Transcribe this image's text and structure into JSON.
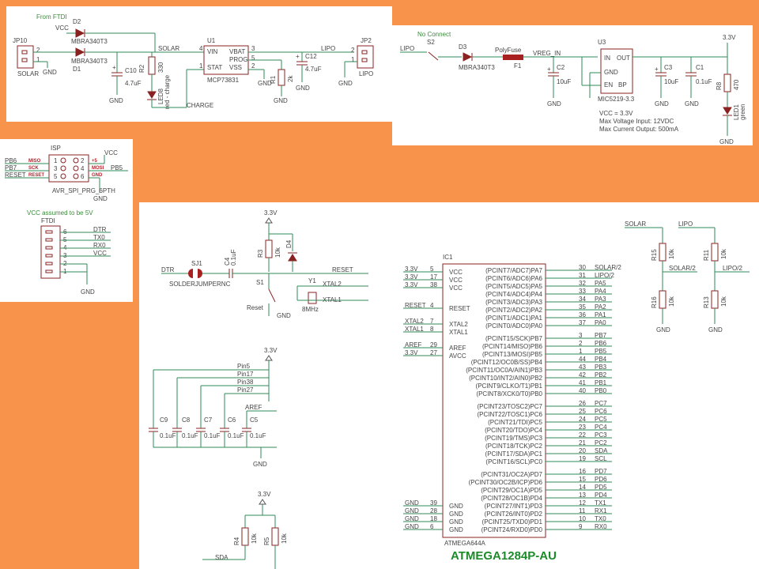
{
  "power_sheet": {
    "from_ftdi": "From FTDI",
    "vcc": "VCC",
    "jp10": "JP10",
    "jp10_label": "SOLAR",
    "d2": "D2",
    "d2_part": "MBRA340T3",
    "d1": "D1",
    "d1_part": "MBRA340T3",
    "solar_net": "SOLAR",
    "c10": "C10",
    "c10_val": "4.7uF",
    "r2": "R2",
    "r2_val": "330",
    "led_red": "LED8",
    "led_red_label": "red - charge",
    "u1": "U1",
    "u1_part": "MCP73831",
    "u1_pins": [
      "VIN",
      "VBAT",
      "PROG",
      "STAT",
      "VSS"
    ],
    "u1_pin_nums": [
      "4",
      "3",
      "5",
      "1",
      "2"
    ],
    "charge_net": "CHARGE",
    "r1": "R1",
    "r1_val": "2k",
    "c12": "C12",
    "c12_val": "4.7uF",
    "lipo_net": "LIPO",
    "jp2": "JP2",
    "jp2_label": "LIPO",
    "gnd": "GND"
  },
  "regulator_sheet": {
    "no_connect": "No Connect",
    "s2": "S2",
    "lipo": "LIPO",
    "d3": "D3",
    "d3_part": "MBRA340T3",
    "polyfuse": "PolyFuse",
    "f1": "F1",
    "vreg_in": "VREG_IN",
    "c2": "C2",
    "c2_val": "10uF",
    "u3": "U3",
    "u3_part": "MIC5219-3.3",
    "u3_pins": [
      "IN",
      "OUT",
      "GND",
      "EN",
      "BP"
    ],
    "c3": "C3",
    "c3_val": "10uF",
    "c1": "C1",
    "c1_val": "0.1uF",
    "v33": "3.3V",
    "r8": "R8",
    "r8_val": "470",
    "led1": "LED1",
    "led1_label": "green",
    "notes": [
      "VCC = 3.3V",
      "Max Voltage Input: 12VDC",
      "Max Current Output: 500mA"
    ],
    "gnd": "GND"
  },
  "isp_sheet": {
    "isp": "ISP",
    "left_nets": [
      "PB6",
      "PB7",
      "RESET"
    ],
    "left_sigs": [
      "MISO",
      "SCK",
      "RESET"
    ],
    "left_nums": [
      "1",
      "3",
      "5"
    ],
    "right_nums": [
      "2",
      "4",
      "6"
    ],
    "right_sigs": [
      "+5",
      "MOSI",
      "GND"
    ],
    "vcc": "VCC",
    "pb5": "PB5",
    "part": "AVR_SPI_PRG_6PTH",
    "gnd": "GND",
    "vcc_note": "VCC assumed to be 5V",
    "ftdi": "FTDI",
    "ftdi_nums": [
      "6",
      "5",
      "4",
      "3",
      "2",
      "1"
    ],
    "ftdi_nets": [
      "DTR",
      "TX0",
      "RX0",
      "VCC"
    ],
    "ftdi_gnd": "GND"
  },
  "main_sheet": {
    "v33": "3.3V",
    "dtr": "DTR",
    "sj1": "SJ1",
    "sj1_part": "SOLDERJUMPERNC",
    "c4": "C4",
    "c4_val": "0.1uF",
    "r3": "R3",
    "r3_val": "10k",
    "d4": "D4",
    "reset_net": "RESET",
    "s1": "S1",
    "reset_label": "Reset",
    "y1": "Y1",
    "y1_val": "8MHz",
    "xtal2": "XTAL2",
    "xtal1": "XTAL1",
    "gnd": "GND",
    "pins": [
      "Pin5",
      "Pin17",
      "Pin38",
      "Pin27"
    ],
    "aref": "AREF",
    "caps": [
      "C9",
      "C8",
      "C7",
      "C6",
      "C5"
    ],
    "cap_val": "0.1uF",
    "r4": "R4",
    "r4_val": "10k",
    "r5": "R5",
    "r5_val": "10k",
    "sda": "SDA"
  },
  "divider": {
    "solar": "SOLAR",
    "lipo": "LIPO",
    "r15": "R15",
    "r16": "R16",
    "r11": "R11",
    "r13": "R13",
    "val": "10k",
    "solar2": "SOLAR/2",
    "lipo2": "LIPO/2",
    "gnd": "GND"
  },
  "mcu": {
    "ref": "IC1",
    "part_small": "ATMEGA644A",
    "part_big": "ATMEGA1284P-AU",
    "left_pins": [
      {
        "net": "3.3V",
        "num": "5",
        "name": "VCC"
      },
      {
        "net": "3.3V",
        "num": "17",
        "name": "VCC"
      },
      {
        "net": "3.3V",
        "num": "38",
        "name": "VCC"
      },
      {
        "net": "RESET",
        "num": "4",
        "name": "RESET"
      },
      {
        "net": "XTAL2",
        "num": "7",
        "name": "XTAL2"
      },
      {
        "net": "XTAL1",
        "num": "8",
        "name": "XTAL1"
      },
      {
        "net": "AREF",
        "num": "29",
        "name": "AREF"
      },
      {
        "net": "3.3V",
        "num": "27",
        "name": "AVCC"
      },
      {
        "net": "GND",
        "num": "39",
        "name": "GND"
      },
      {
        "net": "GND",
        "num": "28",
        "name": "GND"
      },
      {
        "net": "GND",
        "num": "18",
        "name": "GND"
      },
      {
        "net": "GND",
        "num": "6",
        "name": "GND"
      }
    ],
    "right_groups": [
      [
        {
          "name": "(PCINT7/ADC7)PA7",
          "num": "30",
          "net": "SOLAR/2"
        },
        {
          "name": "(PCINT6/ADC6)PA6",
          "num": "31",
          "net": "LIPO/2"
        },
        {
          "name": "(PCINT5/ADC5)PA5",
          "num": "32",
          "net": "PA5"
        },
        {
          "name": "(PCINT4/ADC4)PA4",
          "num": "33",
          "net": "PA4"
        },
        {
          "name": "(PCINT3/ADC3)PA3",
          "num": "34",
          "net": "PA3"
        },
        {
          "name": "(PCINT2/ADC2)PA2",
          "num": "35",
          "net": "PA2"
        },
        {
          "name": "(PCINT1/ADC1)PA1",
          "num": "36",
          "net": "PA1"
        },
        {
          "name": "(PCINT0/ADC0)PA0",
          "num": "37",
          "net": "PA0"
        }
      ],
      [
        {
          "name": "(PCINT15/SCK)PB7",
          "num": "3",
          "net": "PB7"
        },
        {
          "name": "(PCINT14/MISO)PB6",
          "num": "2",
          "net": "PB6"
        },
        {
          "name": "(PCINT13/MOSI)PB5",
          "num": "1",
          "net": "PB5"
        },
        {
          "name": "(PCINT12/OC0B/SS)PB4",
          "num": "44",
          "net": "PB4"
        },
        {
          "name": "(PCINT11/OC0A/AIN1)PB3",
          "num": "43",
          "net": "PB3"
        },
        {
          "name": "(PCINT10/INT2/AIN0)PB2",
          "num": "42",
          "net": "PB2"
        },
        {
          "name": "(PCINT9/CLKO/T1)PB1",
          "num": "41",
          "net": "PB1"
        },
        {
          "name": "(PCINT8/XCK0/T0)PB0",
          "num": "40",
          "net": "PB0"
        }
      ],
      [
        {
          "name": "(PCINT23/TOSC2)PC7",
          "num": "26",
          "net": "PC7"
        },
        {
          "name": "(PCINT22/TOSC1)PC6",
          "num": "25",
          "net": "PC6"
        },
        {
          "name": "(PCINT21/TDI)PC5",
          "num": "24",
          "net": "PC5"
        },
        {
          "name": "(PCINT20/TDO)PC4",
          "num": "23",
          "net": "PC4"
        },
        {
          "name": "(PCINT19/TMS)PC3",
          "num": "22",
          "net": "PC3"
        },
        {
          "name": "(PCINT18/TCK)PC2",
          "num": "21",
          "net": "PC2"
        },
        {
          "name": "(PCINT17/SDA)PC1",
          "num": "20",
          "net": "SDA"
        },
        {
          "name": "(PCINT16/SCL)PC0",
          "num": "19",
          "net": "SCL"
        }
      ],
      [
        {
          "name": "(PCINT31/OC2A)PD7",
          "num": "16",
          "net": "PD7"
        },
        {
          "name": "(PCINT30/OC2B/ICP)PD6",
          "num": "15",
          "net": "PD6"
        },
        {
          "name": "(PCINT29/OC1A)PD5",
          "num": "14",
          "net": "PD5"
        },
        {
          "name": "(PCINT28/OC1B)PD4",
          "num": "13",
          "net": "PD4"
        },
        {
          "name": "(PCINT27/INT1)PD3",
          "num": "12",
          "net": "TX1"
        },
        {
          "name": "(PCINT26/INT0)PD2",
          "num": "11",
          "net": "RX1"
        },
        {
          "name": "(PCINT25/TXD0)PD1",
          "num": "10",
          "net": "TX0"
        },
        {
          "name": "(PCINT24/RXD0)PD0",
          "num": "9",
          "net": "RX0"
        }
      ]
    ]
  }
}
